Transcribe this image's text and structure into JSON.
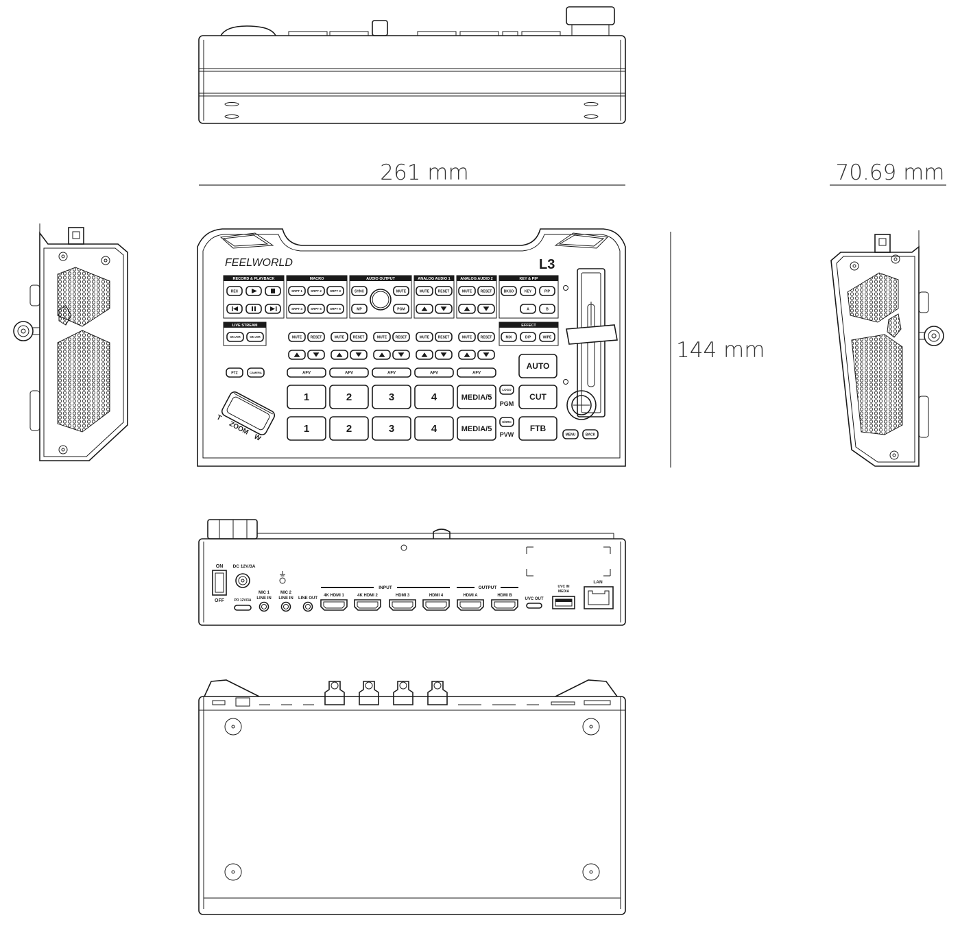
{
  "dimensions": {
    "width": "261 mm",
    "depth": "70.69 mm",
    "height": "144 mm"
  },
  "front_panel": {
    "brand": "FEELWORLD",
    "model": "L3",
    "sections": {
      "record": "RECORD & PLAYBACK",
      "macro": "MACRO",
      "audio_output": "AUDIO OUTPUT",
      "analog1": "ANALOG AUDIO 1",
      "analog2": "ANALOG AUDIO 2",
      "keypip": "KEY & PIP",
      "live": "LIVE STREAM",
      "effect": "EFFECT"
    },
    "buttons": {
      "rec": "REC",
      "srpt1": "SRPT 1",
      "srpt2": "SRPT 2",
      "srpt3": "SRPT 3",
      "srpt4": "SRPT 4",
      "srpt5": "SRPT 5",
      "srpt6": "SRPT 6",
      "sync": "SYNC",
      "mp": "MP",
      "pgm_small": "PGM",
      "mute": "MUTE",
      "reset": "RESET",
      "bkgd": "BKGD",
      "key": "KEY",
      "pip": "PIP",
      "a": "A",
      "b": "B",
      "onair": "ON AIR",
      "mix": "MIX",
      "dip": "DIP",
      "wipe": "WIPE",
      "ptz": "PTZ",
      "camera": "CAMERA",
      "afv": "AFV",
      "n1": "1",
      "n2": "2",
      "n3": "3",
      "n4": "4",
      "media5": "MEDIA/5",
      "logo": "LOGO",
      "ssrc": "S/SRC",
      "auto": "AUTO",
      "cut": "CUT",
      "ftb": "FTB",
      "menu": "MENU",
      "back": "BACK"
    },
    "labels": {
      "pgm": "PGM",
      "pvw": "PVW",
      "t": "T",
      "zoom": "ZOOM",
      "w": "W"
    }
  },
  "rear_panel": {
    "on": "ON",
    "off": "OFF",
    "dc": "DC 12V/3A",
    "pd": "PD 12V/3A",
    "mic1": "MIC 1",
    "mic2": "MIC 2",
    "line_in": "LINE IN",
    "line_out": "LINE OUT",
    "input": "INPUT",
    "output": "OUTPUT",
    "hdmi_in1": "4K HDMI 1",
    "hdmi_in2": "4K HDMI 2",
    "hdmi_in3": "HDMI 3",
    "hdmi_in4": "HDMI 4",
    "hdmi_a": "HDMI A",
    "hdmi_b": "HDMI B",
    "uvc_out": "UVC OUT",
    "uvc_in": "UVC IN",
    "media": "MEDIA",
    "lan": "LAN"
  },
  "colors": {
    "line": "#1a1a1a",
    "dimension": "#333333",
    "background": "#ffffff"
  }
}
